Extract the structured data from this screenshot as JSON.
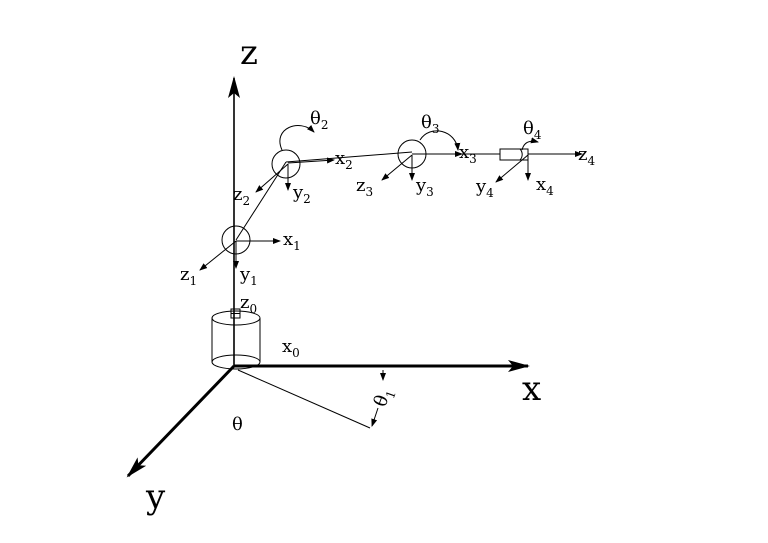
{
  "axes": {
    "z": "z",
    "x": "x",
    "y": "y"
  },
  "theta": "θ",
  "frame0": {
    "z": "z",
    "z_sub": "0",
    "x": "x",
    "x_sub": "0",
    "angle": "θ",
    "angle_sub": "1"
  },
  "frame1": {
    "x": "x",
    "x_sub": "1",
    "y": "y",
    "y_sub": "1",
    "z": "z",
    "z_sub": "1"
  },
  "frame2": {
    "x": "x",
    "x_sub": "2",
    "y": "y",
    "y_sub": "2",
    "z": "z",
    "z_sub": "2",
    "angle": "θ",
    "angle_sub": "2"
  },
  "frame3": {
    "x": "x",
    "x_sub": "3",
    "y": "y",
    "y_sub": "3",
    "z": "z",
    "z_sub": "3",
    "angle": "θ",
    "angle_sub": "3"
  },
  "frame4": {
    "x": "x",
    "x_sub": "4",
    "y": "y",
    "y_sub": "4",
    "z": "z",
    "z_sub": "4",
    "angle": "θ",
    "angle_sub": "4"
  }
}
